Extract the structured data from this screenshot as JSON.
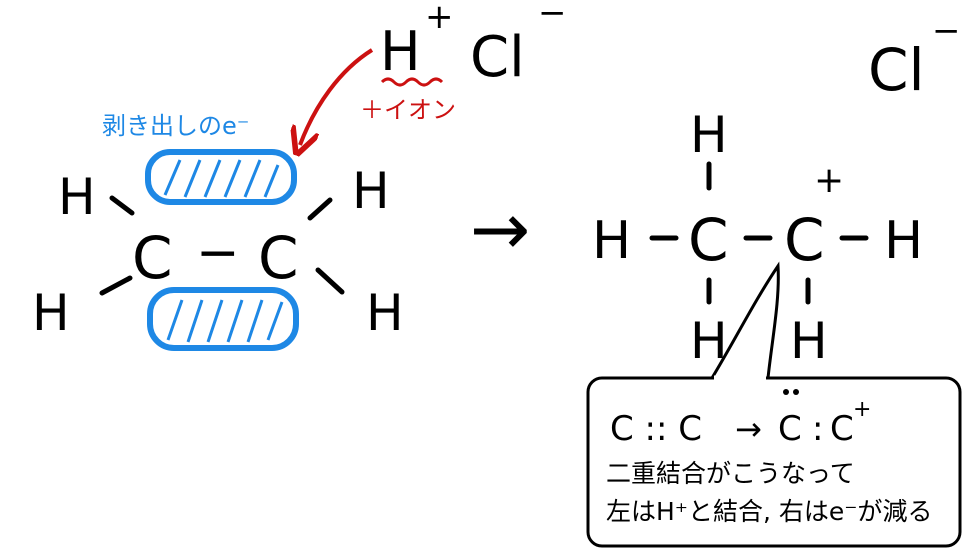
{
  "reagent": {
    "h": "H",
    "h_charge": "+",
    "cl": "Cl",
    "cl_charge": "−",
    "plus_ion_label": "＋イオン"
  },
  "product_cl": {
    "cl": "Cl",
    "charge": "−"
  },
  "ethene": {
    "pi_label": "剥き出しのe⁻",
    "atom_c": "C",
    "atom_h": "H",
    "bond": "−"
  },
  "reaction_arrow": "→",
  "carbocation": {
    "atom_c": "C",
    "atom_h": "H",
    "charge": "+"
  },
  "note": {
    "before": "C :: C",
    "arrow": "→",
    "after_left": "C",
    "colon": ":",
    "after_right": "C",
    "after_charge": "+",
    "line1": "二重結合がこうなって",
    "line2": "左はH⁺と結合, 右はe⁻が減る"
  },
  "colors": {
    "ink": "#000000",
    "red": "#cc1111",
    "blue": "#1e88e5"
  }
}
